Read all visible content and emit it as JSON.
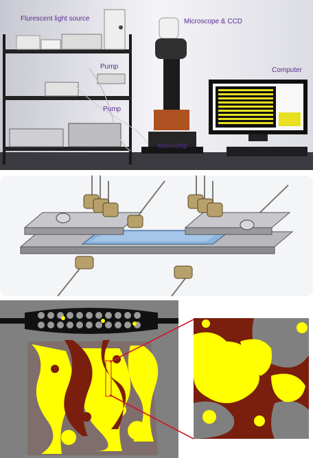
{
  "photo": {
    "labels": {
      "light_source": "Flurescent light source",
      "microscope": "Microscope & CCD",
      "pump_upper": "Pump",
      "pump_lower": "Pump",
      "computer": "Computer",
      "microchip": "Microchip"
    }
  },
  "colors": {
    "label_text": "#5a2c8c",
    "solid_grain": "#808080",
    "oil_phase": "#ffff00",
    "water_phase": "#7a1e0e",
    "callout_line": "#d0142a",
    "device_glass": "#8fb4dc"
  }
}
